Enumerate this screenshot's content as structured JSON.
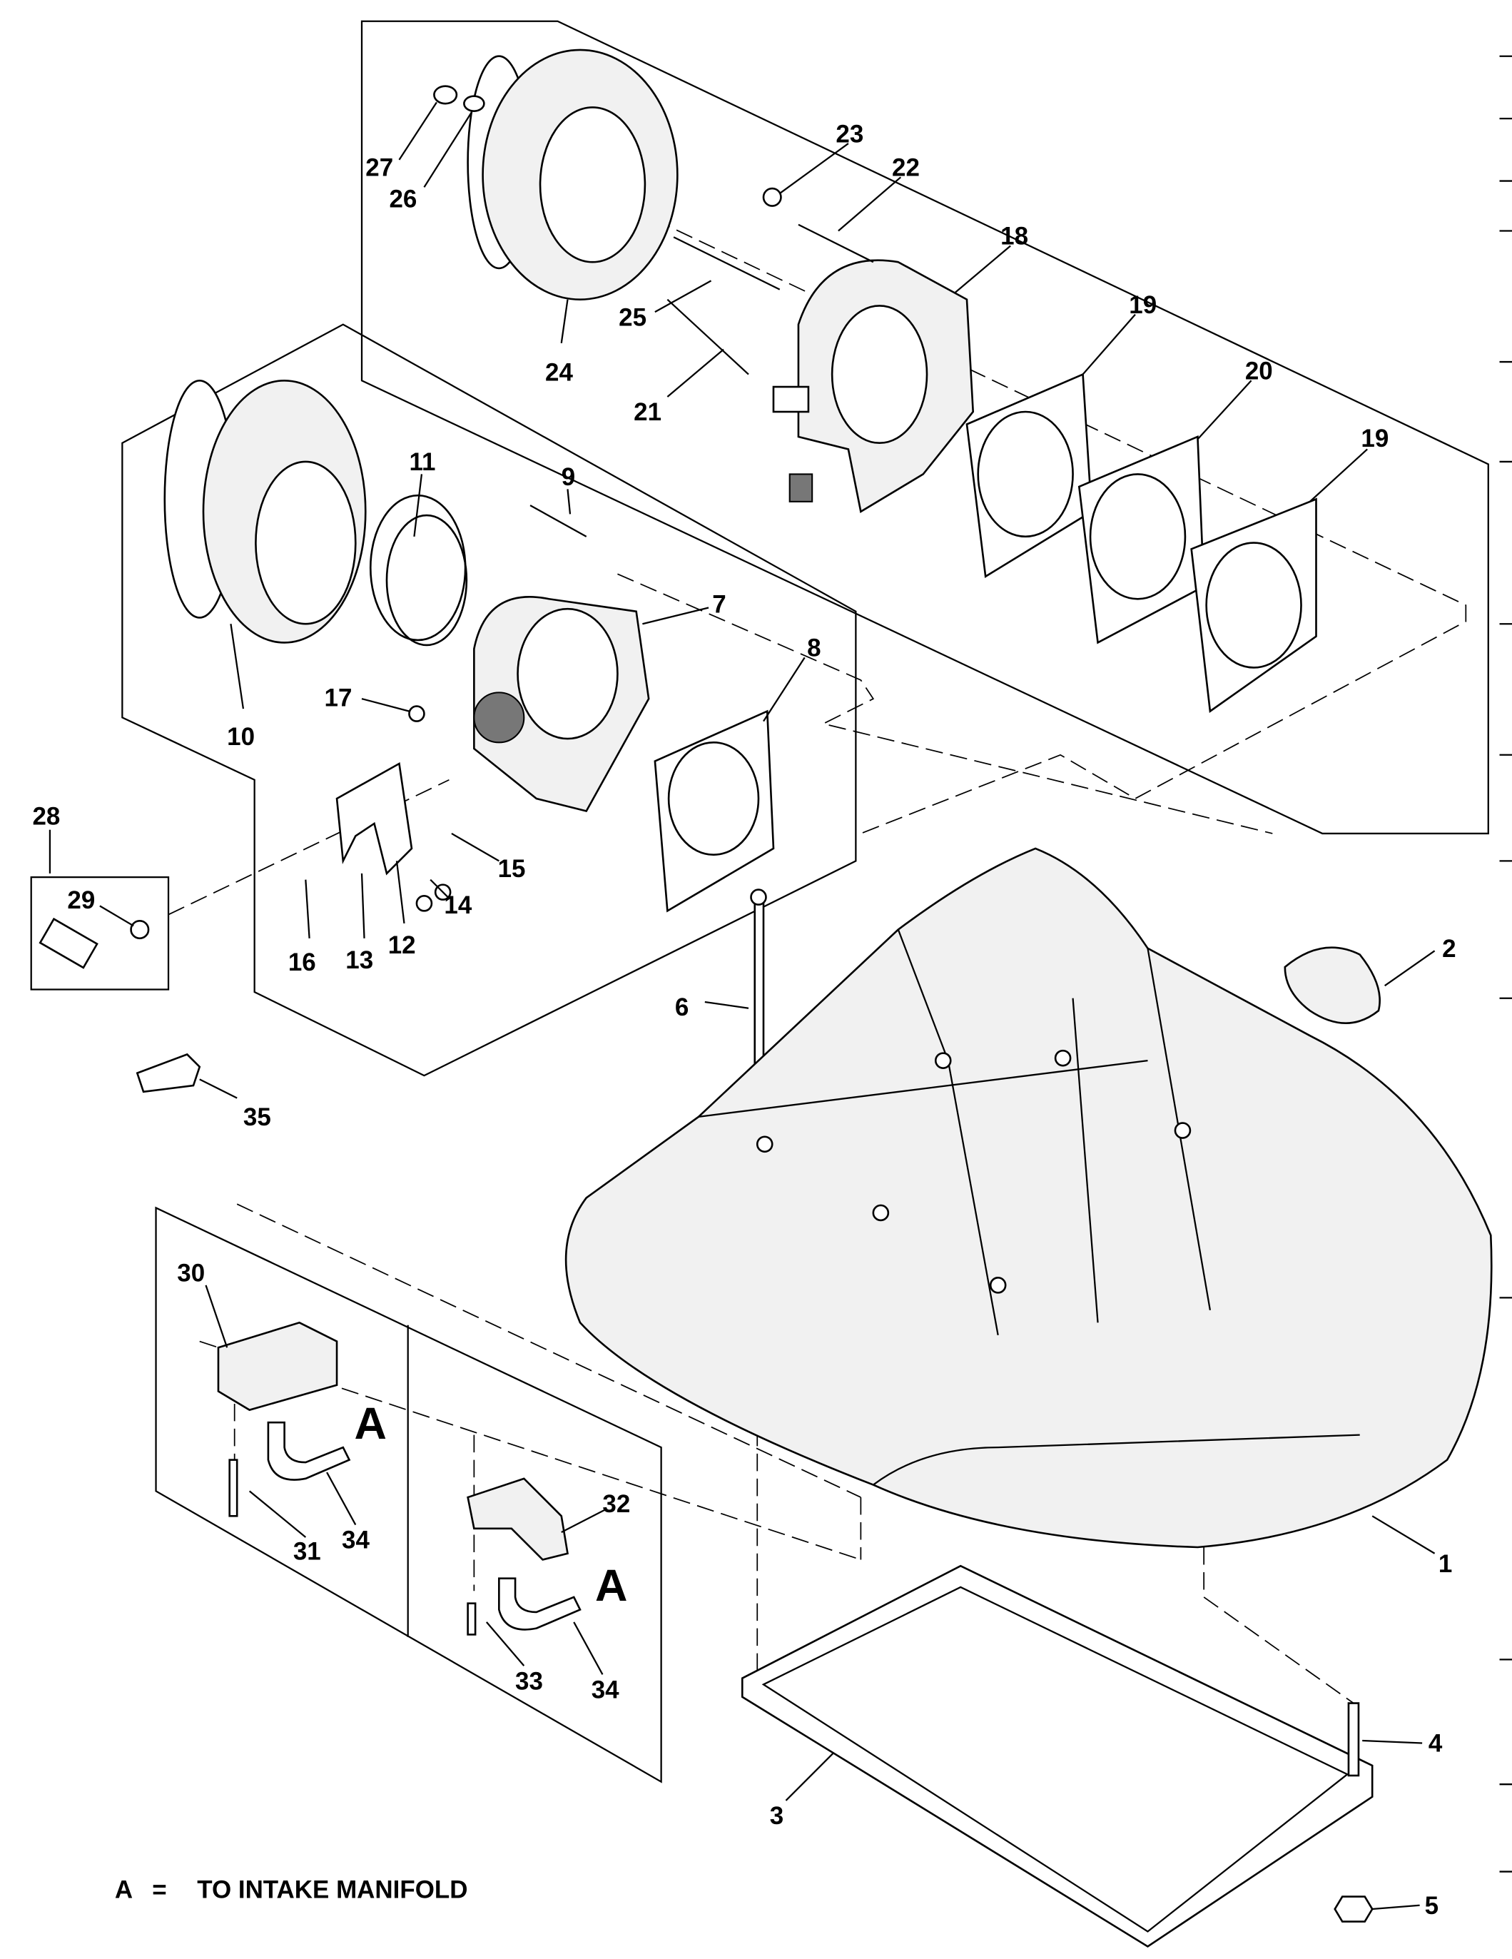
{
  "callouts": [
    "27",
    "26",
    "24",
    "23",
    "22",
    "18",
    "25",
    "21",
    "19",
    "20",
    "19",
    "11",
    "9",
    "7",
    "8",
    "10",
    "17",
    "28",
    "29",
    "15",
    "14",
    "16",
    "13",
    "12",
    "6",
    "2",
    "35",
    "30",
    "1",
    "31",
    "34",
    "32",
    "A",
    "A",
    "33",
    "34",
    "4",
    "3",
    "5"
  ],
  "legend": {
    "key": "A",
    "equals": "=",
    "text": "TO INTAKE MANIFOLD"
  }
}
